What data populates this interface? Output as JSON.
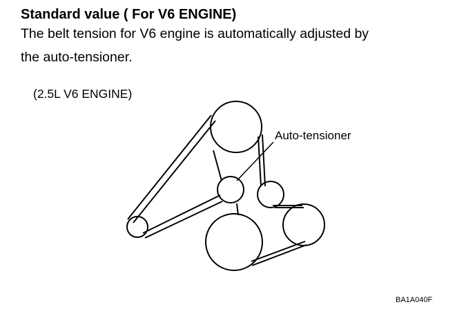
{
  "heading": "Standard value ( For V6 ENGINE)",
  "description_lines": [
    "The belt tension for V6 engine is automatically adjusted by",
    "the auto-tensioner."
  ],
  "figure": {
    "engine_label": "(2.5L V6 ENGINE)",
    "callout_label": "Auto-tensioner",
    "figure_code": "BA1A040F"
  }
}
